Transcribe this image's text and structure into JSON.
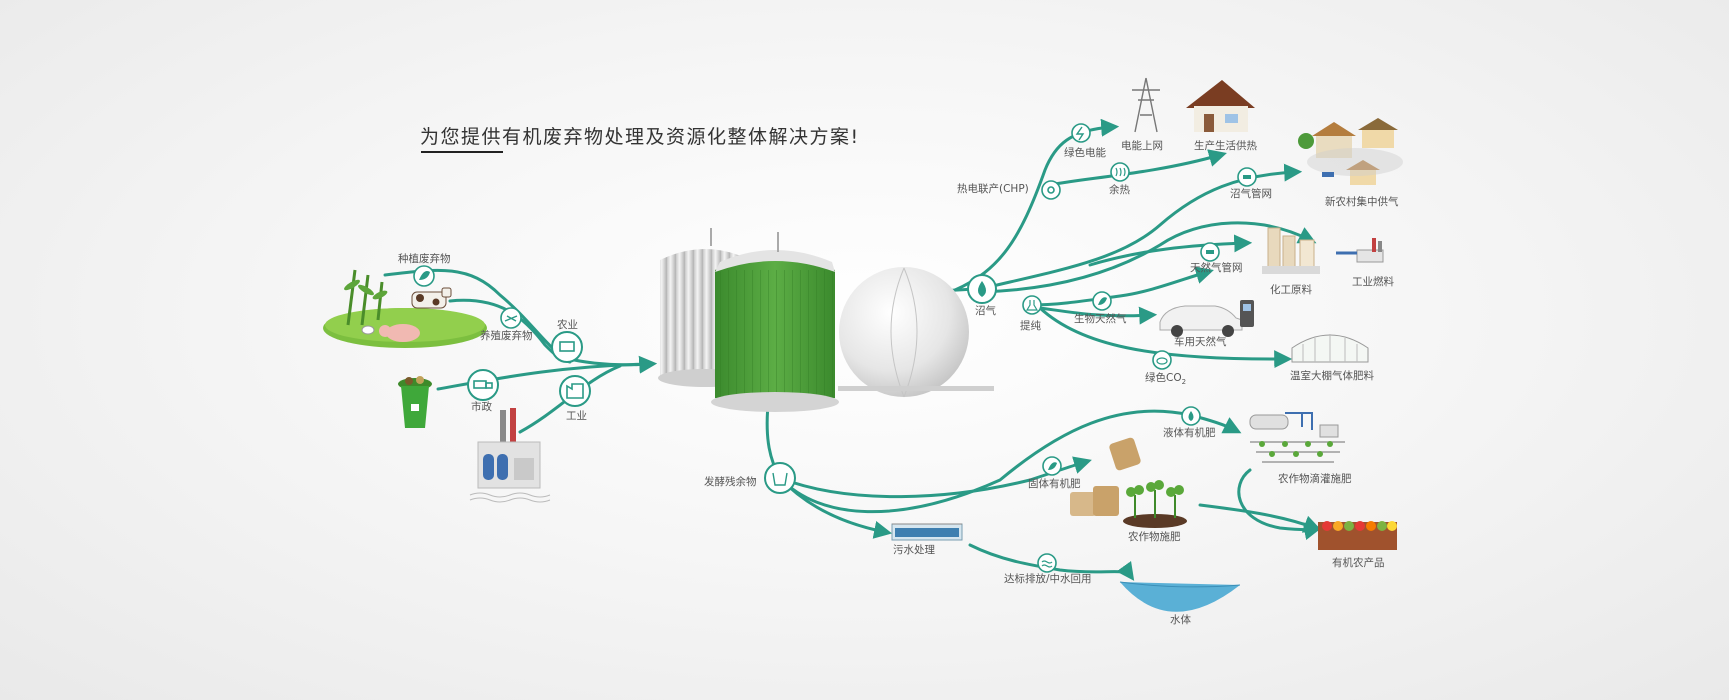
{
  "headline": "为您提供有机废弃物处理及资源化整体解决方案!",
  "colors": {
    "accent": "#2a9a86",
    "tank_green": "#4f9d3a",
    "tank_silver": "#dcdcdc",
    "background": "#f3f3f3"
  },
  "inputs": {
    "planting_waste": "种植废弃物",
    "livestock_waste": "养殖废弃物",
    "agriculture": "农业",
    "municipal": "市政",
    "industry": "工业"
  },
  "biogas_branch": {
    "biogas": "沼气",
    "chp": "热电联产(CHP)",
    "green_power": "绿色电能",
    "grid_power": "电能上网",
    "waste_heat": "余热",
    "heating": "生产生活供热",
    "gas_network": "沼气管网",
    "village_gas": "新农村集中供气",
    "upgrade": "提纯",
    "natural_gas_network": "天然气管网",
    "chemical_feedstock": "化工原料",
    "industrial_fuel": "工业燃料",
    "bio_natural_gas": "生物天然气",
    "vehicle_gas": "车用天然气",
    "green_co2_prefix": "绿色CO",
    "green_co2_sub": "2",
    "greenhouse_fertilizer": "温室大棚气体肥料"
  },
  "digestate_branch": {
    "digestate": "发酵残余物",
    "liquid_fertilizer": "液体有机肥",
    "drip_fertigation": "农作物滴灌施肥",
    "solid_fertilizer": "固体有机肥",
    "crop_fertilizing": "农作物施肥",
    "organic_produce": "有机农产品",
    "wastewater": "污水处理",
    "discharge_reuse": "达标排放/中水回用",
    "water_body": "水体"
  },
  "icons": [
    "leaf-icon",
    "livestock-icon",
    "agriculture-icon",
    "truck-icon",
    "factory-icon",
    "flame-icon",
    "gear-icon",
    "lightning-icon",
    "heat-waves-icon",
    "pipe-valve-icon",
    "droplet-icon",
    "beaker-icon",
    "fermentation-icon",
    "wave-icon"
  ]
}
